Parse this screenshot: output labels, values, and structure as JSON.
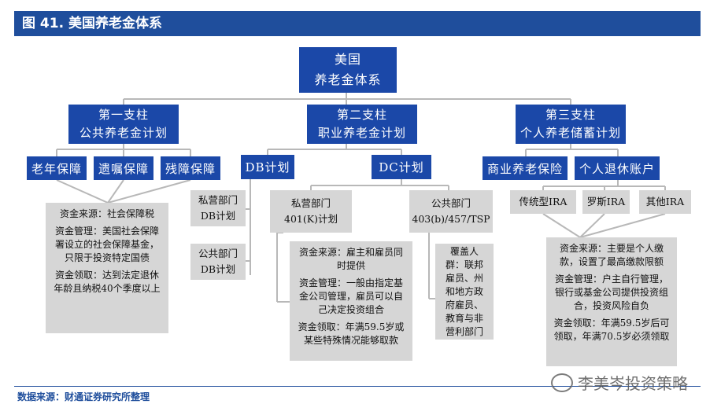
{
  "header": {
    "title": "图 41. 美国养老金体系"
  },
  "root": {
    "line1": "美国",
    "line2": "养老金体系"
  },
  "pillars": [
    {
      "title": "第一支柱",
      "subtitle": "公共养老金计划"
    },
    {
      "title": "第二支柱",
      "subtitle": "职业养老金计划"
    },
    {
      "title": "第三支柱",
      "subtitle": "个人养老储蓄计划"
    }
  ],
  "pillar1": {
    "items": [
      "老年保障",
      "遗嘱保障",
      "残障保障"
    ],
    "notes": [
      "资金来源：社会保障税",
      "资金管理：美国社会保障署设立的社会保障基金，只限于投资特定国债",
      "资金领取：达到法定退休年龄且纳税40个季度以上"
    ]
  },
  "pillar2": {
    "db": {
      "label": "DB计划",
      "private": [
        "私营部门",
        "DB计划"
      ],
      "public": [
        "公共部门",
        "DB计划"
      ]
    },
    "dc": {
      "label": "DC计划",
      "private": [
        "私营部门",
        "401(K)计划"
      ],
      "public": [
        "公共部门",
        "403(b)/457/TSP"
      ],
      "private_notes": [
        "资金来源：雇主和雇员同时提供",
        "资金管理：一般由指定基金公司管理，雇员可以自己决定投资组合",
        "资金领取：年满59.5岁或某些特殊情况能够取款"
      ],
      "public_notes": [
        "覆盖人群：联邦雇员、州和地方政府雇员、教育与非营利部门"
      ]
    }
  },
  "pillar3": {
    "items": [
      "商业养老保险",
      "个人退休账户"
    ],
    "ira": [
      "传统型IRA",
      "罗斯IRA",
      "其他IRA"
    ],
    "notes": [
      "资金来源：主要是个人缴款，设置了最高缴款限额",
      "资金管理：户主自行管理，银行或基金公司提供投资组合，投资风险自负",
      "资金领取：年满59.5岁后可领取，年满70.5岁必须领取"
    ]
  },
  "footer": {
    "source": "数据来源：财通证券研究所整理"
  },
  "watermark": {
    "text": "李美岑投资策略"
  }
}
